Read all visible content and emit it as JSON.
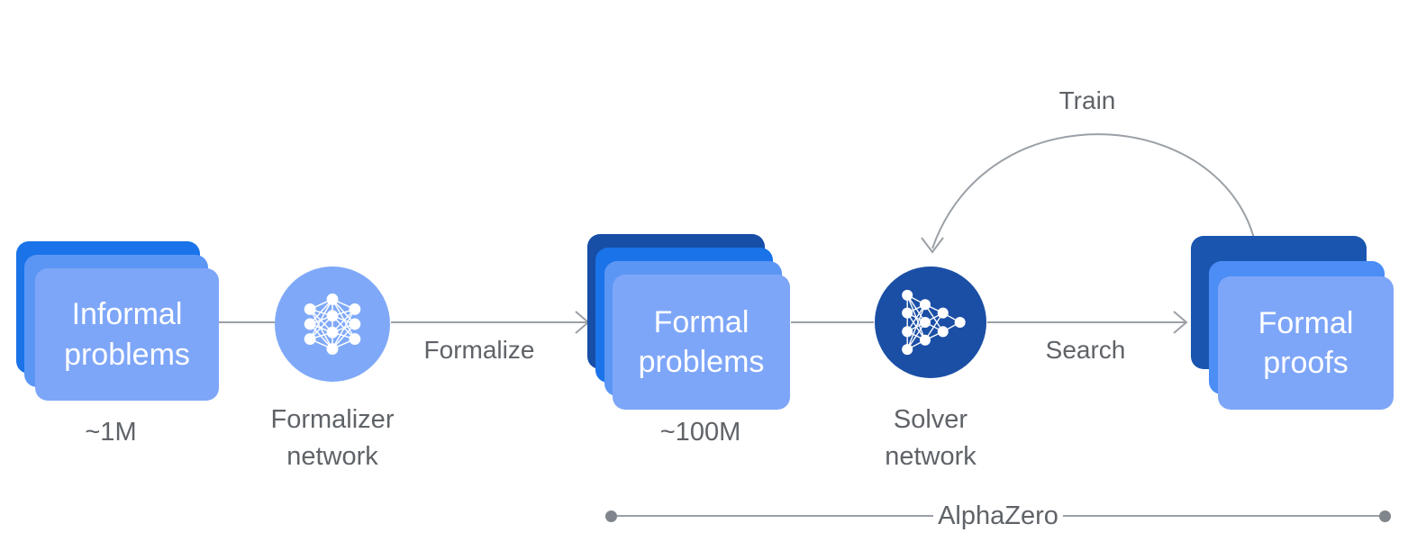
{
  "diagram": {
    "nodes": {
      "informal_problems": {
        "label": "Informal problems",
        "count": "~1M"
      },
      "formalizer_network": {
        "label": "Formalizer network"
      },
      "formal_problems": {
        "label": "Formal problems",
        "count": "~100M"
      },
      "solver_network": {
        "label": "Solver network"
      },
      "formal_proofs": {
        "label": "Formal proofs"
      }
    },
    "edges": {
      "formalize": {
        "label": "Formalize"
      },
      "search": {
        "label": "Search"
      },
      "train": {
        "label": "Train"
      }
    },
    "bracket": {
      "label": "AlphaZero"
    }
  },
  "colors": {
    "card-front": "#7EA6F8",
    "card-mid": "#5C96F5",
    "card-bright": "#1A73E8",
    "card-navy": "#174EA6",
    "proofs-back": "#1A56B0",
    "proofs-mid": "#4C8DF6",
    "formalizer-circle": "#7FA9F8",
    "solver-circle": "#1B4FA6",
    "line-gray": "#9AA0A6",
    "dot-gray": "#80868B",
    "text-gray": "#5F6368",
    "card-text": "#FFFFFF",
    "background": "#FFFFFF"
  }
}
